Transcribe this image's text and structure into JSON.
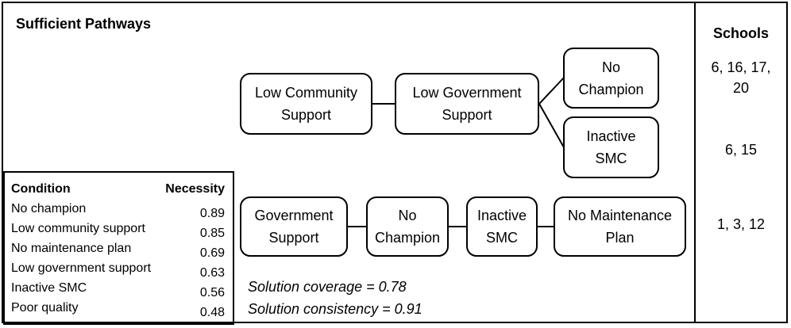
{
  "title": "Sufficient Pathways",
  "schools": {
    "heading": "Schools",
    "pathway1a": "6, 16, 17,\n20",
    "pathway1b": "6, 15",
    "pathway2": "1, 3, 12"
  },
  "pathway1": {
    "node1": "Low Community\nSupport",
    "node2": "Low Government\nSupport",
    "branch_top": "No\nChampion",
    "branch_bottom": "Inactive\nSMC"
  },
  "pathway2": {
    "node1": "Government\nSupport",
    "node2": "No\nChampion",
    "node3": "Inactive\nSMC",
    "node4": "No Maintenance\nPlan"
  },
  "solution": {
    "coverage": "Solution coverage = 0.78",
    "consistency": "Solution consistency = 0.91"
  },
  "necessity_table": {
    "col_condition": "Condition",
    "col_necessity": "Necessity",
    "rows": [
      {
        "condition": "No champion",
        "value": "0.89"
      },
      {
        "condition": "Low community support",
        "value": "0.85"
      },
      {
        "condition": "No maintenance plan",
        "value": "0.69"
      },
      {
        "condition": "Low government support",
        "value": "0.63"
      },
      {
        "condition": "Inactive SMC",
        "value": "0.56"
      },
      {
        "condition": "Poor quality",
        "value": "0.48"
      }
    ]
  }
}
